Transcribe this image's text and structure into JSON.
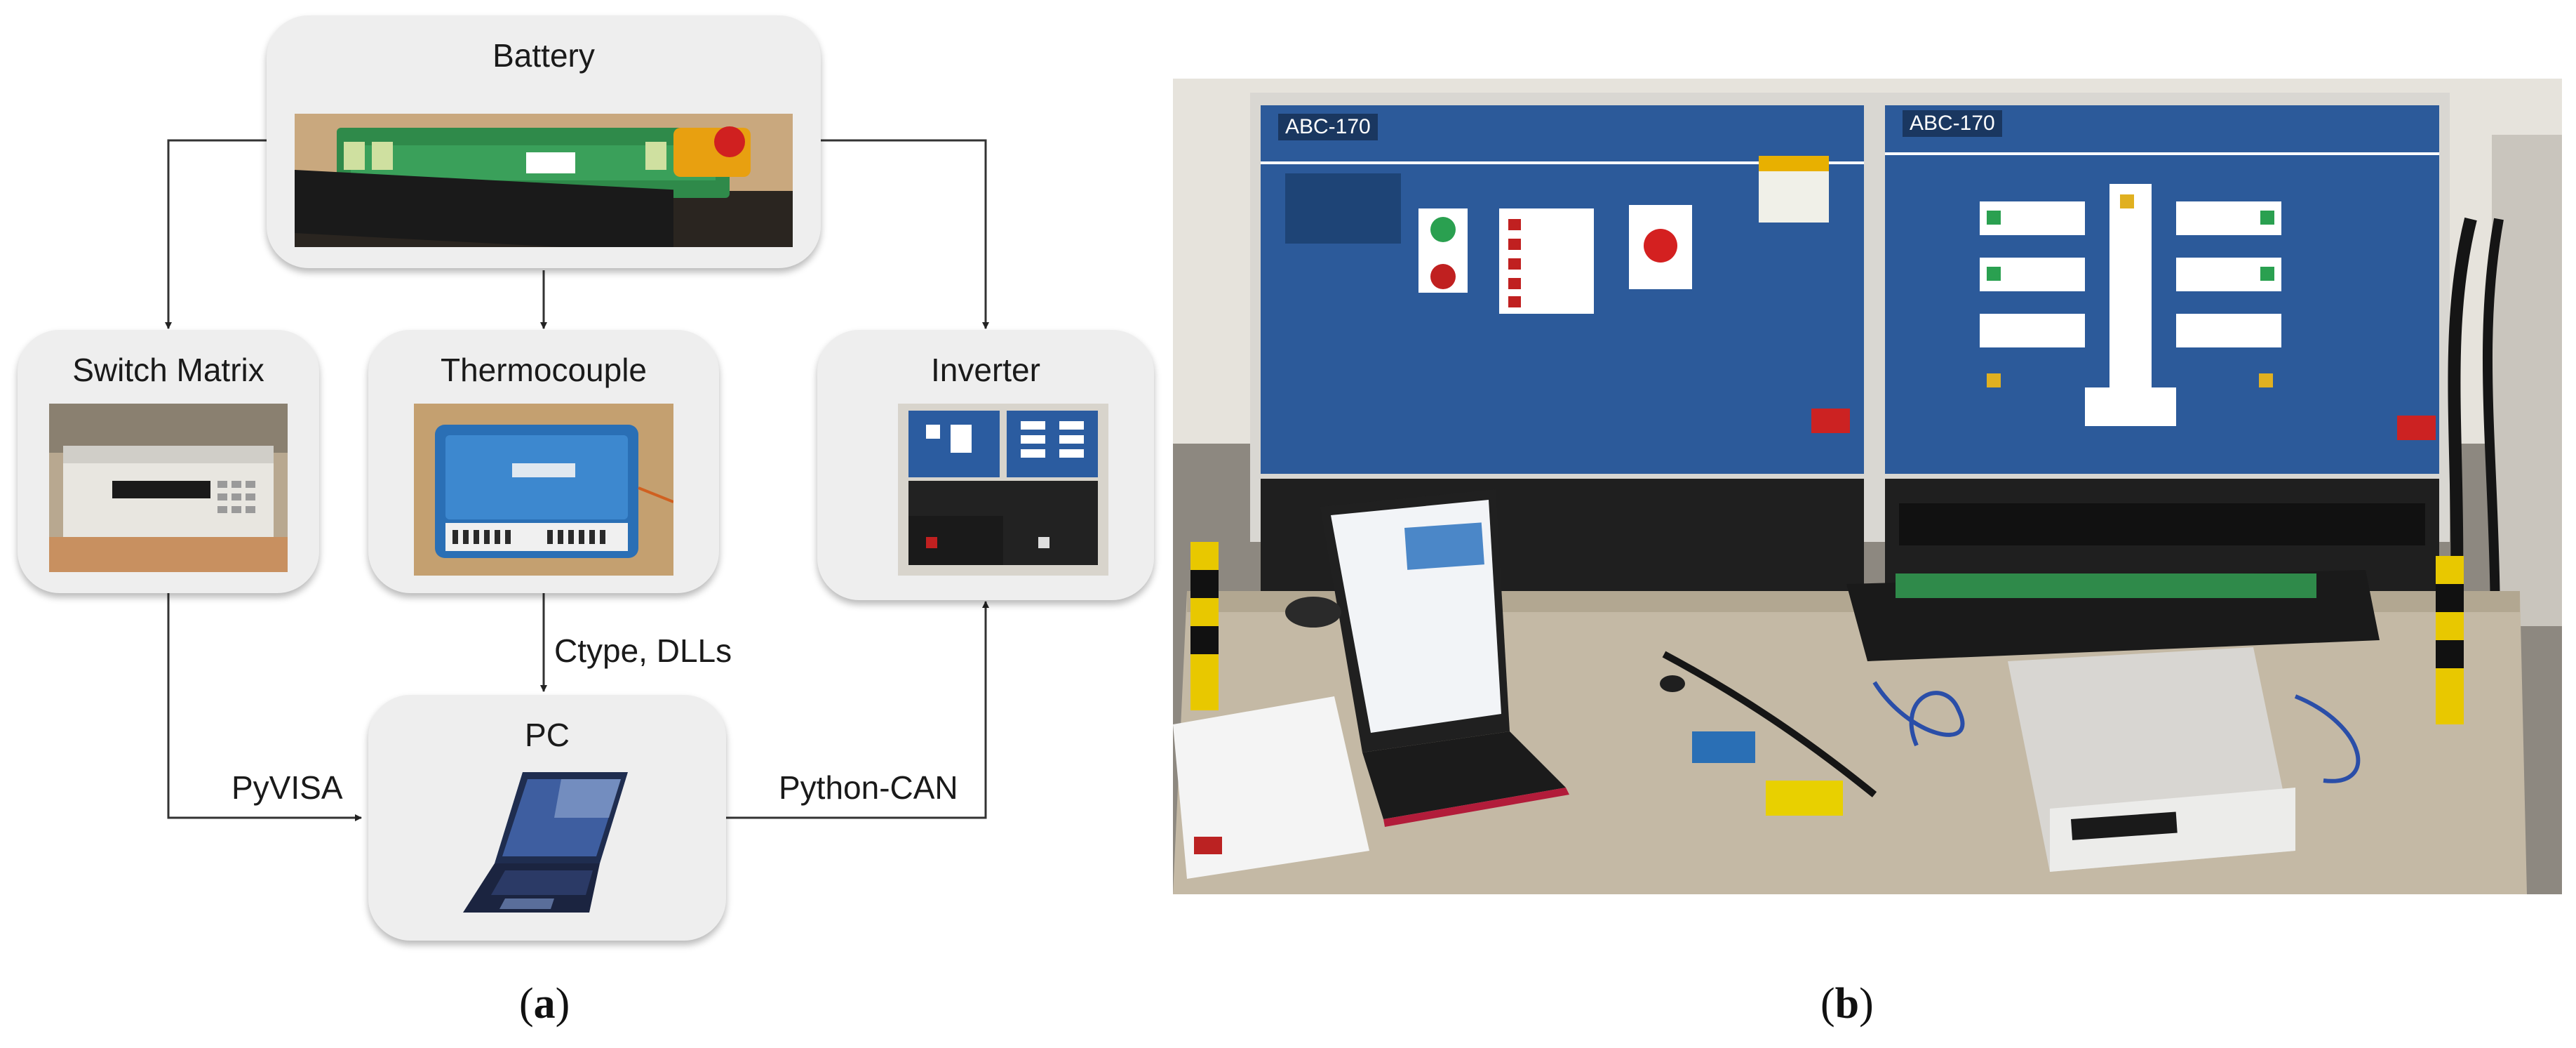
{
  "panel_a": {
    "caption_open": "(",
    "caption_letter": "a",
    "caption_close": ")",
    "nodes": {
      "battery": "Battery",
      "switch_matrix": "Switch Matrix",
      "thermocouple": "Thermocouple",
      "inverter": "Inverter",
      "pc": "PC"
    },
    "edge_labels": {
      "thermo_to_pc": "Ctype, DLLs",
      "switch_to_pc": "PyVISA",
      "inverter_to_pc": "Python-CAN"
    },
    "icons": [
      "battery-photo",
      "switch-matrix-photo",
      "thermocouple-photo",
      "inverter-photo",
      "laptop-icon"
    ]
  },
  "panel_b": {
    "caption_open": "(",
    "caption_letter": "b",
    "caption_close": ")",
    "cabinet_left_label": "ABC-170",
    "cabinet_right_label": "ABC-170"
  }
}
